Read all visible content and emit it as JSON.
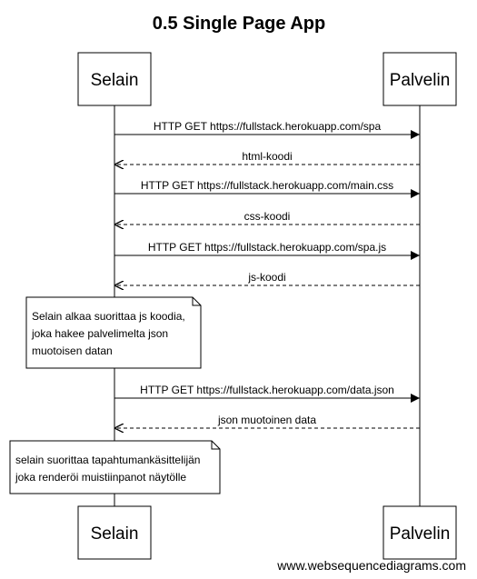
{
  "title": "0.5 Single Page App",
  "participants": [
    {
      "id": "browser",
      "label": "Selain"
    },
    {
      "id": "server",
      "label": "Palvelin"
    }
  ],
  "events": [
    {
      "type": "message",
      "from": "browser",
      "to": "server",
      "style": "solid",
      "label": "HTTP GET https://fullstack.herokuapp.com/spa"
    },
    {
      "type": "message",
      "from": "server",
      "to": "browser",
      "style": "dashed",
      "label": "html-koodi"
    },
    {
      "type": "message",
      "from": "browser",
      "to": "server",
      "style": "solid",
      "label": "HTTP GET https://fullstack.herokuapp.com/main.css"
    },
    {
      "type": "message",
      "from": "server",
      "to": "browser",
      "style": "dashed",
      "label": "css-koodi"
    },
    {
      "type": "message",
      "from": "browser",
      "to": "server",
      "style": "solid",
      "label": "HTTP GET https://fullstack.herokuapp.com/spa.js"
    },
    {
      "type": "message",
      "from": "server",
      "to": "browser",
      "style": "dashed",
      "label": "js-koodi"
    },
    {
      "type": "note",
      "over": "browser",
      "lines": [
        "Selain alkaa suorittaa js koodia,",
        "joka hakee palvelimelta json",
        "muotoisen datan"
      ]
    },
    {
      "type": "message",
      "from": "browser",
      "to": "server",
      "style": "solid",
      "label": "HTTP GET https://fullstack.herokuapp.com/data.json"
    },
    {
      "type": "message",
      "from": "server",
      "to": "browser",
      "style": "dashed",
      "label": "json muotoinen data"
    },
    {
      "type": "note",
      "over": "browser",
      "lines": [
        "selain suorittaa tapahtumankäsittelijän",
        "joka renderöi muistiinpanot näytölle"
      ]
    }
  ],
  "watermark": "www.websequencediagrams.com"
}
